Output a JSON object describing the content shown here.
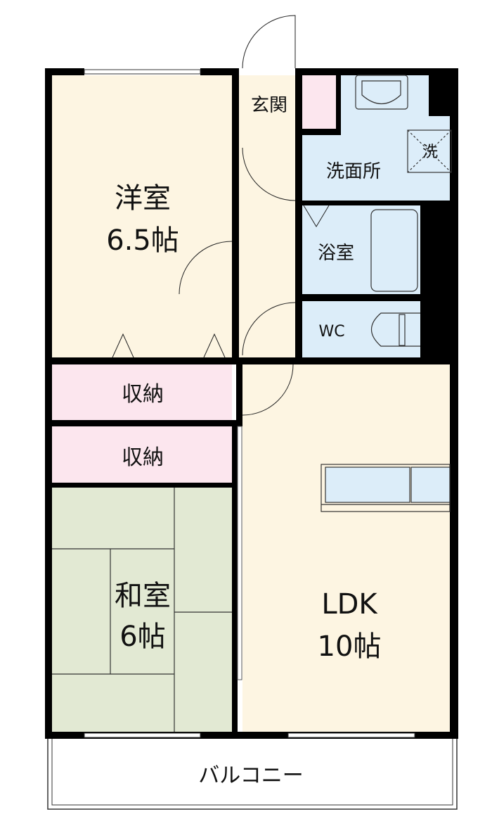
{
  "rooms": {
    "western": {
      "name": "洋室",
      "size": "6.5帖"
    },
    "entrance": {
      "name": "玄関"
    },
    "washroom": {
      "name": "洗面所"
    },
    "washer": {
      "name": "洗"
    },
    "bath": {
      "name": "浴室"
    },
    "wc": {
      "name": "WC"
    },
    "storage1": {
      "name": "収納"
    },
    "storage2": {
      "name": "収納"
    },
    "japanese": {
      "name": "和室",
      "size": "6帖"
    },
    "ldk": {
      "name": "LDK",
      "size": "10帖"
    },
    "balcony": {
      "name": "バルコニー"
    }
  },
  "colors": {
    "cream": "#fdf5e2",
    "blue": "#dcedf9",
    "pink": "#fce6ee",
    "tatami": "#e2e9d3",
    "wall": "#000000"
  }
}
